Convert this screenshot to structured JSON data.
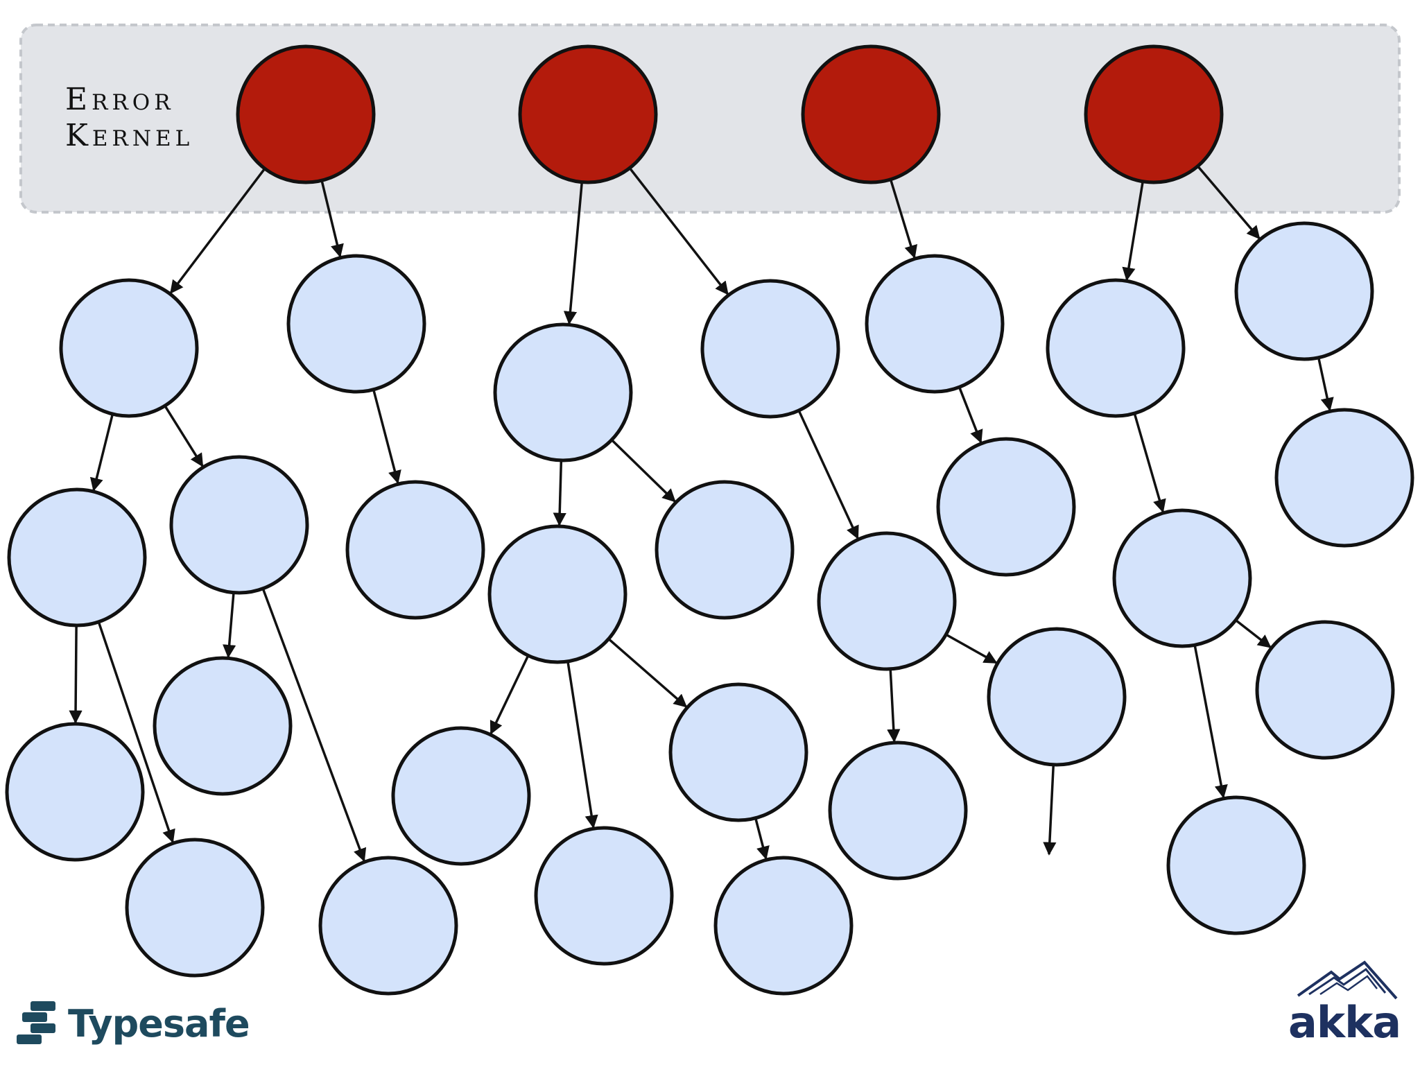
{
  "error_kernel": {
    "label_line1": "Error",
    "label_line2": "Kernel"
  },
  "logos": {
    "typesafe": "Typesafe",
    "akka": "akka"
  },
  "colors": {
    "kernel_fill": "#b31b0c",
    "actor_fill": "#d4e3fb",
    "stroke": "#111111",
    "kernel_band": "#e2e4e8",
    "typesafe": "#1e4a5e",
    "akka": "#1e3160"
  },
  "icons": {
    "typesafe": "typesafe-logo-icon",
    "akka": "akka-mountain-icon"
  },
  "diagram": {
    "kernel_nodes": [
      "k1",
      "k2",
      "k3",
      "k4"
    ],
    "actor_nodes": [
      "a1",
      "a2",
      "a3",
      "a4",
      "a5",
      "a6",
      "a7",
      "a8",
      "a9",
      "a10",
      "a11",
      "a12",
      "a13",
      "a14",
      "a15",
      "a16",
      "a17",
      "a18",
      "a19",
      "a20",
      "a21",
      "a22",
      "a23",
      "a24",
      "a25",
      "a26",
      "a27",
      "a28",
      "a29",
      "a30",
      "a31",
      "a32",
      "a33",
      "a34"
    ],
    "edges": [
      [
        "k1",
        "a1"
      ],
      [
        "k1",
        "a2"
      ],
      [
        "k2",
        "a3"
      ],
      [
        "k2",
        "a4"
      ],
      [
        "k3",
        "a5"
      ],
      [
        "k4",
        "a6"
      ],
      [
        "k4",
        "a7"
      ],
      [
        "a1",
        "a8"
      ],
      [
        "a1",
        "a9"
      ],
      [
        "a2",
        "a10"
      ],
      [
        "a3",
        "a11"
      ],
      [
        "a3",
        "a12"
      ],
      [
        "a4",
        "a13"
      ],
      [
        "a5",
        "a14"
      ],
      [
        "a6",
        "a15"
      ],
      [
        "a7",
        "a16"
      ],
      [
        "a8",
        "a17"
      ],
      [
        "a8",
        "a18"
      ],
      [
        "a9",
        "a19"
      ],
      [
        "a9",
        "a20"
      ],
      [
        "a11",
        "a21"
      ],
      [
        "a11",
        "a22"
      ],
      [
        "a11",
        "a23"
      ],
      [
        "a13",
        "a24"
      ],
      [
        "a13",
        "a25"
      ],
      [
        "a15",
        "a26"
      ],
      [
        "a15",
        "a27"
      ],
      [
        "a23",
        "a28"
      ],
      [
        "a25",
        "open-end"
      ]
    ]
  }
}
